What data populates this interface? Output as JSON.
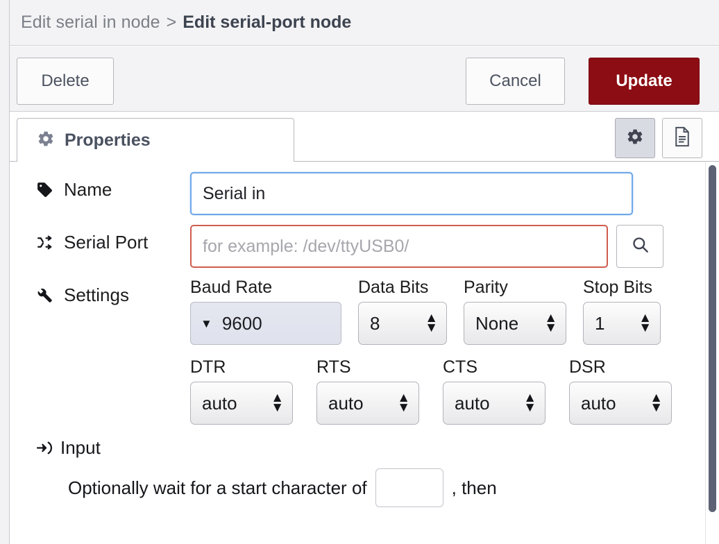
{
  "breadcrumb": {
    "previous": "Edit serial in node",
    "separator": ">",
    "current": "Edit serial-port node"
  },
  "toolbar": {
    "delete_label": "Delete",
    "cancel_label": "Cancel",
    "update_label": "Update",
    "update_color": "#8c0d14"
  },
  "tabs": {
    "properties_label": "Properties",
    "gear_icon": "gear-icon",
    "actions": [
      {
        "icon": "gear-icon",
        "active": true
      },
      {
        "icon": "description-icon",
        "active": false
      }
    ]
  },
  "form": {
    "name": {
      "label": "Name",
      "icon": "tag-icon",
      "value": "Serial in",
      "placeholder": "Name",
      "focus_color": "#6fa8e8"
    },
    "serial_port": {
      "label": "Serial Port",
      "icon": "shuffle-icon",
      "value": "",
      "placeholder": "for example: /dev/ttyUSB0/",
      "error_color": "#cf5c4e",
      "search_icon": "search-icon"
    },
    "settings": {
      "label": "Settings",
      "icon": "wrench-icon",
      "fields": [
        {
          "label": "Baud Rate",
          "value": "9600",
          "type": "combo"
        },
        {
          "label": "Data Bits",
          "value": "8",
          "type": "select"
        },
        {
          "label": "Parity",
          "value": "None",
          "type": "select"
        },
        {
          "label": "Stop Bits",
          "value": "1",
          "type": "select"
        }
      ],
      "flow_fields": [
        {
          "label": "DTR",
          "value": "auto"
        },
        {
          "label": "RTS",
          "value": "auto"
        },
        {
          "label": "CTS",
          "value": "auto"
        },
        {
          "label": "DSR",
          "value": "auto"
        }
      ]
    },
    "input_section": {
      "label": "Input",
      "icon": "sign-in-icon",
      "prefix_text": "Optionally wait for a start character of",
      "start_character": "",
      "suffix_text": ", then"
    }
  },
  "scrollbar": {
    "name": "vertical-scrollbar",
    "thumb_color": "#5c6274"
  }
}
